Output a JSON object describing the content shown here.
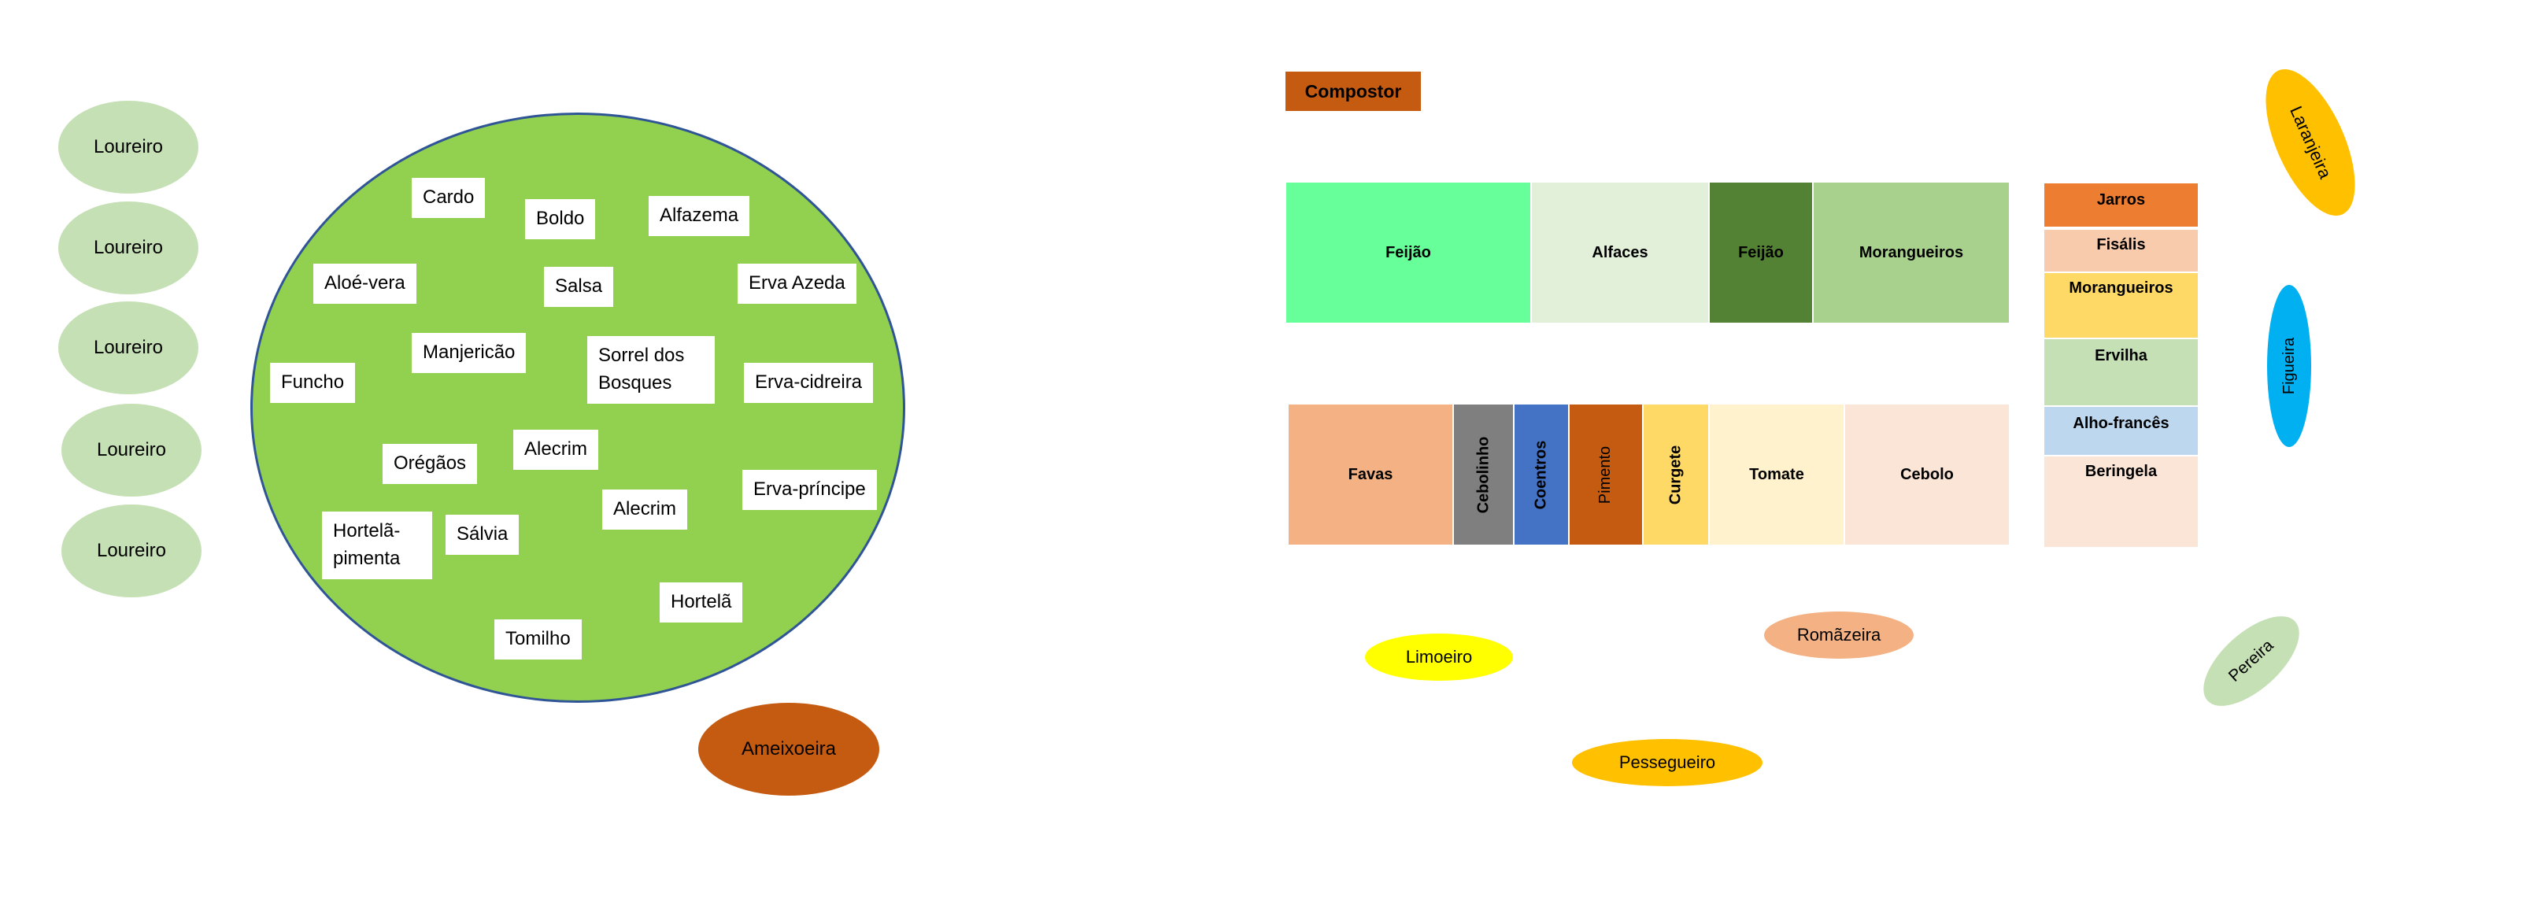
{
  "laurels": [
    "Loureiro",
    "Loureiro",
    "Loureiro",
    "Loureiro",
    "Loureiro"
  ],
  "herbs": {
    "cardo": "Cardo",
    "boldo": "Boldo",
    "alfazema": "Alfazema",
    "aloe_vera": "Aloé-vera",
    "salsa": "Salsa",
    "erva_azeda": "Erva Azeda",
    "funcho": "Funcho",
    "manjericao": "Manjericão",
    "sorrel": "Sorrel dos Bosques",
    "erva_cidreira": "Erva-cidreira",
    "oregaos": "Orégãos",
    "alecrim_1": "Alecrim",
    "erva_principe": "Erva-príncipe",
    "hortela_pimenta": "Hortelã-pimenta",
    "salvia": "Sálvia",
    "alecrim_2": "Alecrim",
    "hortela": "Hortelã",
    "tomilho": "Tomilho"
  },
  "ameixoeira": "Ameixoeira",
  "compostor": "Compostor",
  "top_beds": [
    "Feijão",
    "Alfaces",
    "Feijão",
    "Morangueiros"
  ],
  "bottom_beds": [
    "Favas",
    "Cebolinho",
    "Coentros",
    "Pimento",
    "Curgete",
    "Tomate",
    "Cebolo"
  ],
  "side_beds": [
    "Jarros",
    "Fisális",
    "Morangueiros",
    "Ervilha",
    "Alho-francês",
    "Beringela"
  ],
  "trees": {
    "laranjeira": "Laranjeira",
    "figueira": "Figueira",
    "pereira": "Pereira",
    "limoeiro": "Limoeiro",
    "romazeira": "Romãzeira",
    "pessegueiro": "Pessegueiro"
  },
  "colors": {
    "laurel": "#c5e0b4",
    "herb_circle": "#92d050",
    "circle_border": "#2f5597",
    "ameixoeira": "#c55a11",
    "compostor": "#c55a11",
    "feijao_light": "#66ff99",
    "alfaces": "#e2efd9",
    "feijao_dark": "#548235",
    "morangueiros_top": "#a9d18e",
    "favas": "#f4b183",
    "cebolinho": "#7f7f7f",
    "coentros": "#4472c4",
    "pimento": "#c55a11",
    "curgete": "#ffd966",
    "tomate": "#fff2cc",
    "cebolo": "#fbe5d6",
    "jarros": "#ed7d31",
    "fisalis": "#f8cbad",
    "morangueiros_side": "#ffd966",
    "ervilha": "#c5e0b4",
    "alho_frances": "#bdd7ee",
    "beringela": "#fbe5d6",
    "laranjeira": "#ffc000",
    "figueira": "#00b0f0",
    "pereira": "#c5e0b4",
    "limoeiro": "#ffff00",
    "romazeira": "#f4b183",
    "pessegueiro": "#ffc000"
  }
}
